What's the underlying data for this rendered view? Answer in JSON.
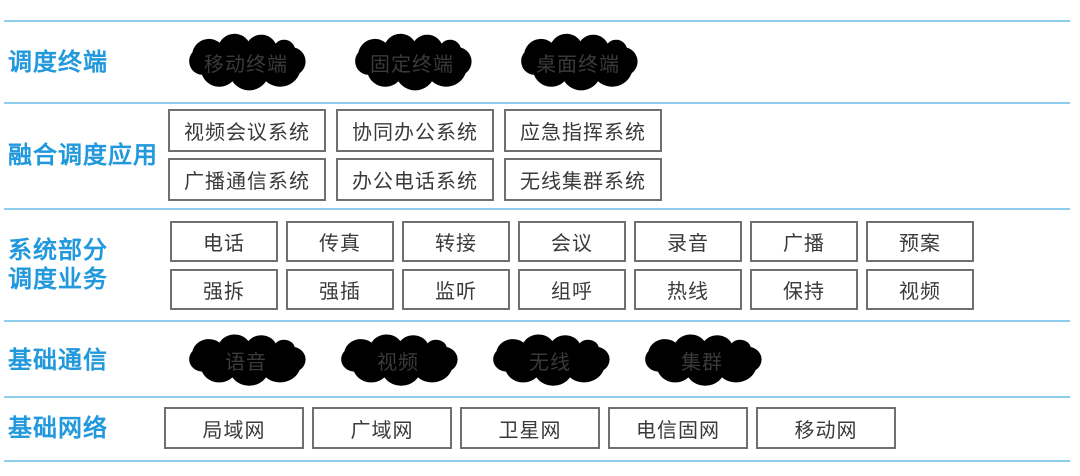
{
  "colors": {
    "accent": "#2299dd",
    "divider_line": "#8ecdeb",
    "cloud_stroke": "#1f9ad6",
    "box_border": "#6f6f6f",
    "box_text": "#3a3a3a"
  },
  "layers": {
    "terminals": {
      "label": "调度终端",
      "clouds": [
        "移动终端",
        "固定终端",
        "桌面终端"
      ]
    },
    "applications": {
      "label": "融合调度应用",
      "boxes": [
        "视频会议系统",
        "协同办公系统",
        "应急指挥系统",
        "广播通信系统",
        "办公电话系统",
        "无线集群系统"
      ]
    },
    "services": {
      "label_line1": "系统部分",
      "label_line2": "调度业务",
      "boxes": [
        "电话",
        "传真",
        "转接",
        "会议",
        "录音",
        "广播",
        "预案",
        "强拆",
        "强插",
        "监听",
        "组呼",
        "热线",
        "保持",
        "视频"
      ]
    },
    "communication": {
      "label": "基础通信",
      "clouds": [
        "语音",
        "视频",
        "无线",
        "集群"
      ]
    },
    "networks": {
      "label": "基础网络",
      "boxes": [
        "局域网",
        "广域网",
        "卫星网",
        "电信固网",
        "移动网"
      ]
    }
  }
}
